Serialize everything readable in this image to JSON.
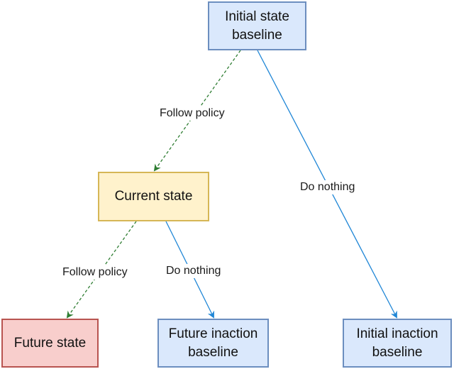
{
  "colors": {
    "blue_fill": "#dae8fc",
    "blue_stroke": "#6c8ebf",
    "yellow_fill": "#fff2cc",
    "yellow_stroke": "#d6b656",
    "red_fill": "#f8cecc",
    "red_stroke": "#b85450",
    "policy_edge": "#2e7d32",
    "nothing_edge": "#1f86d6"
  },
  "nodes": {
    "initial_state_baseline": "Initial state\nbaseline",
    "current_state": "Current state",
    "future_state": "Future state",
    "future_inaction_baseline": "Future inaction\nbaseline",
    "initial_inaction_baseline": "Initial inaction\nbaseline"
  },
  "edges": {
    "initial_to_current": "Follow policy",
    "initial_to_initial_inaction": "Do nothing",
    "current_to_future": "Follow policy",
    "current_to_future_inaction": "Do nothing"
  }
}
